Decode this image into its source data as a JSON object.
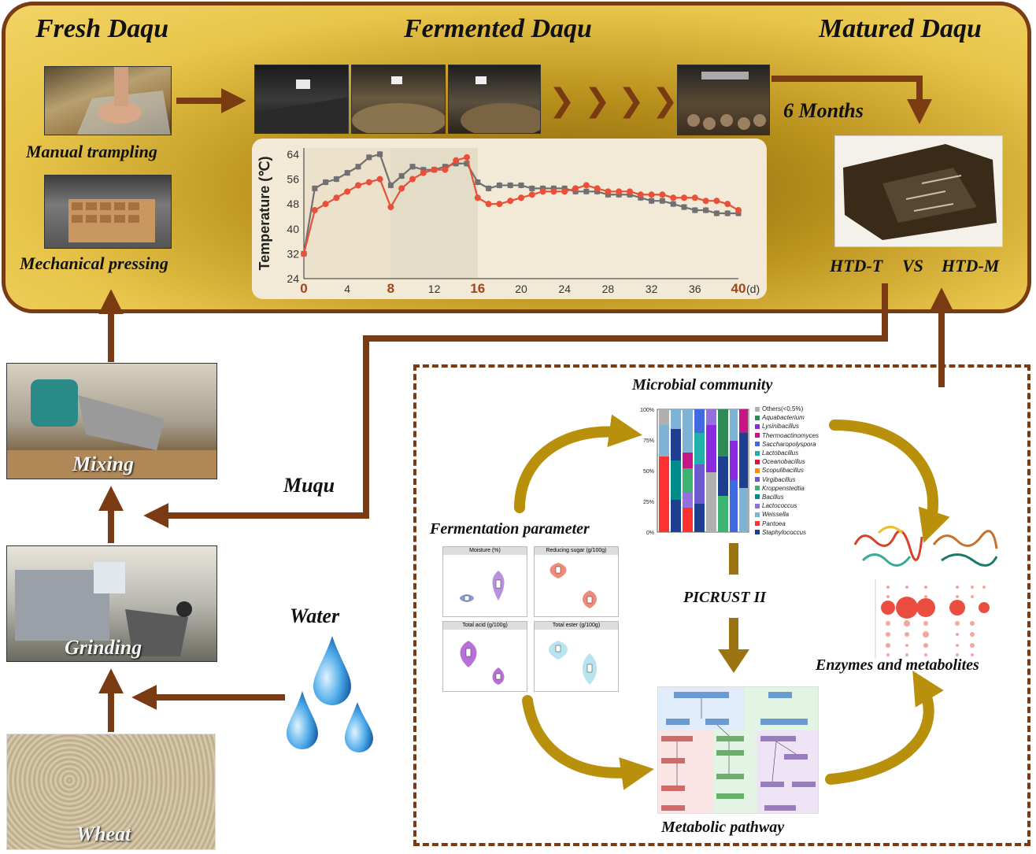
{
  "top_panel": {
    "fresh_title": "Fresh Daqu",
    "fermented_title": "Fermented Daqu",
    "matured_title": "Matured Daqu",
    "manual_label": "Manual trampling",
    "mechanical_label": "Mechanical pressing",
    "months_label": "6 Months",
    "compare_left": "HTD-T",
    "compare_vs": "VS",
    "compare_right": "HTD-M"
  },
  "left_flow": {
    "mixing": "Mixing",
    "grinding": "Grinding",
    "wheat": "Wheat",
    "water": "Water",
    "muqu": "Muqu"
  },
  "analysis": {
    "microbial_title": "Microbial community",
    "fermentation_title": "Fermentation parameter",
    "picrust": "PICRUST II",
    "enzymes_title": "Enzymes and metabolites",
    "metabolic_title": "Metabolic pathway",
    "violin_titles": [
      "Moisture (%)",
      "Reducing sugar (g/100g)",
      "Total acid (g/100g)",
      "Total ester (g/100g)"
    ],
    "bar_yticks": [
      "100%",
      "75%",
      "50%",
      "25%",
      "0%"
    ],
    "legend": [
      {
        "name": "Others(<0.5%)",
        "color": "#b0b0b0"
      },
      {
        "name": "Aquabacterium",
        "color": "#2e8b57"
      },
      {
        "name": "Lysinibacillus",
        "color": "#8a2be2"
      },
      {
        "name": "Thermoactinomyces",
        "color": "#c71585"
      },
      {
        "name": "Saccharopolyspora",
        "color": "#4169e1"
      },
      {
        "name": "Lactobacillus",
        "color": "#20b2aa"
      },
      {
        "name": "Oceanobacillus",
        "color": "#dc143c"
      },
      {
        "name": "Scopulibacillus",
        "color": "#ff8c00"
      },
      {
        "name": "Virgibacillus",
        "color": "#6a5acd"
      },
      {
        "name": "Kroppenstedtia",
        "color": "#3cb371"
      },
      {
        "name": "Bacillus",
        "color": "#008b8b"
      },
      {
        "name": "Lactococcus",
        "color": "#9370db"
      },
      {
        "name": "Weissella",
        "color": "#7fb3d5"
      },
      {
        "name": "Pantoea",
        "color": "#ff3030"
      },
      {
        "name": "Staphylococcus",
        "color": "#1e3f8f"
      }
    ]
  },
  "colors": {
    "arrow": "#7a3a12",
    "gold_arrow": "#b8900c",
    "series_gray": "#707070",
    "series_red": "#e8503a"
  },
  "chart_data": {
    "type": "line",
    "ylabel": "Temperature (℃)",
    "xunit": "(d)",
    "ylim": [
      24,
      66
    ],
    "xlim": [
      0,
      40
    ],
    "yticks": [
      24,
      32,
      40,
      48,
      56,
      64
    ],
    "xticks": [
      0,
      4,
      8,
      12,
      16,
      20,
      24,
      28,
      32,
      36,
      40
    ],
    "highlighted_xticks": [
      0,
      8,
      16,
      40
    ],
    "x": [
      0,
      1,
      2,
      3,
      4,
      5,
      6,
      7,
      8,
      9,
      10,
      11,
      12,
      13,
      14,
      15,
      16,
      17,
      18,
      19,
      20,
      21,
      22,
      23,
      24,
      25,
      26,
      27,
      28,
      29,
      30,
      31,
      32,
      33,
      34,
      35,
      36,
      37,
      38,
      39,
      40
    ],
    "series": [
      {
        "name": "",
        "color": "#707070",
        "values": [
          32,
          53,
          55,
          56,
          58,
          60,
          63,
          64,
          54,
          57,
          60,
          59,
          59,
          60,
          61,
          61,
          55,
          53,
          54,
          54,
          54,
          53,
          53,
          53,
          53,
          52,
          52,
          52,
          51,
          51,
          51,
          50,
          49,
          49,
          48,
          47,
          46,
          46,
          45,
          45,
          45
        ]
      },
      {
        "name": "",
        "color": "#e8503a",
        "values": [
          32,
          46,
          48,
          50,
          52,
          54,
          55,
          56,
          47,
          53,
          56,
          58,
          59,
          59,
          62,
          63,
          50,
          48,
          48,
          49,
          50,
          51,
          52,
          52,
          52,
          53,
          54,
          53,
          52,
          52,
          52,
          51,
          51,
          51,
          50,
          50,
          50,
          49,
          49,
          48,
          46
        ]
      }
    ]
  }
}
